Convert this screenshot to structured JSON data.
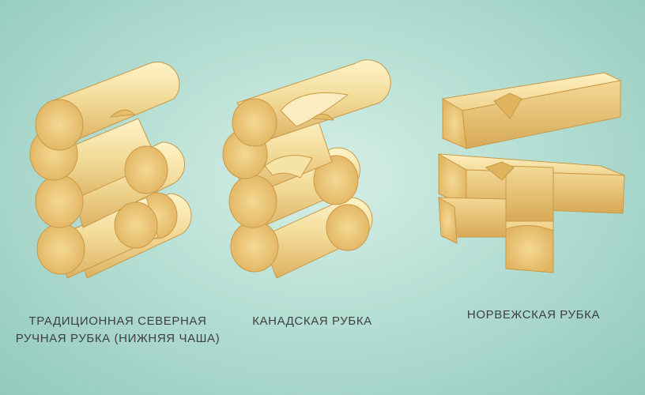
{
  "captions": {
    "traditional_line1": "ТРАДИЦИОННАЯ СЕВЕРНАЯ",
    "traditional_line2": "РУЧНАЯ РУБКА (НИЖНЯЯ ЧАША)",
    "canadian": "КАНАДСКАЯ РУБКА",
    "norwegian": "НОРВЕЖСКАЯ РУБКА"
  },
  "colors": {
    "wood_light": "#f6e3a6",
    "wood_mid": "#ecc978",
    "wood_dark": "#d9a94f",
    "end_grain": "#f0cf82",
    "outline": "#b88a3a",
    "caption_text": "#3f3f3f"
  }
}
